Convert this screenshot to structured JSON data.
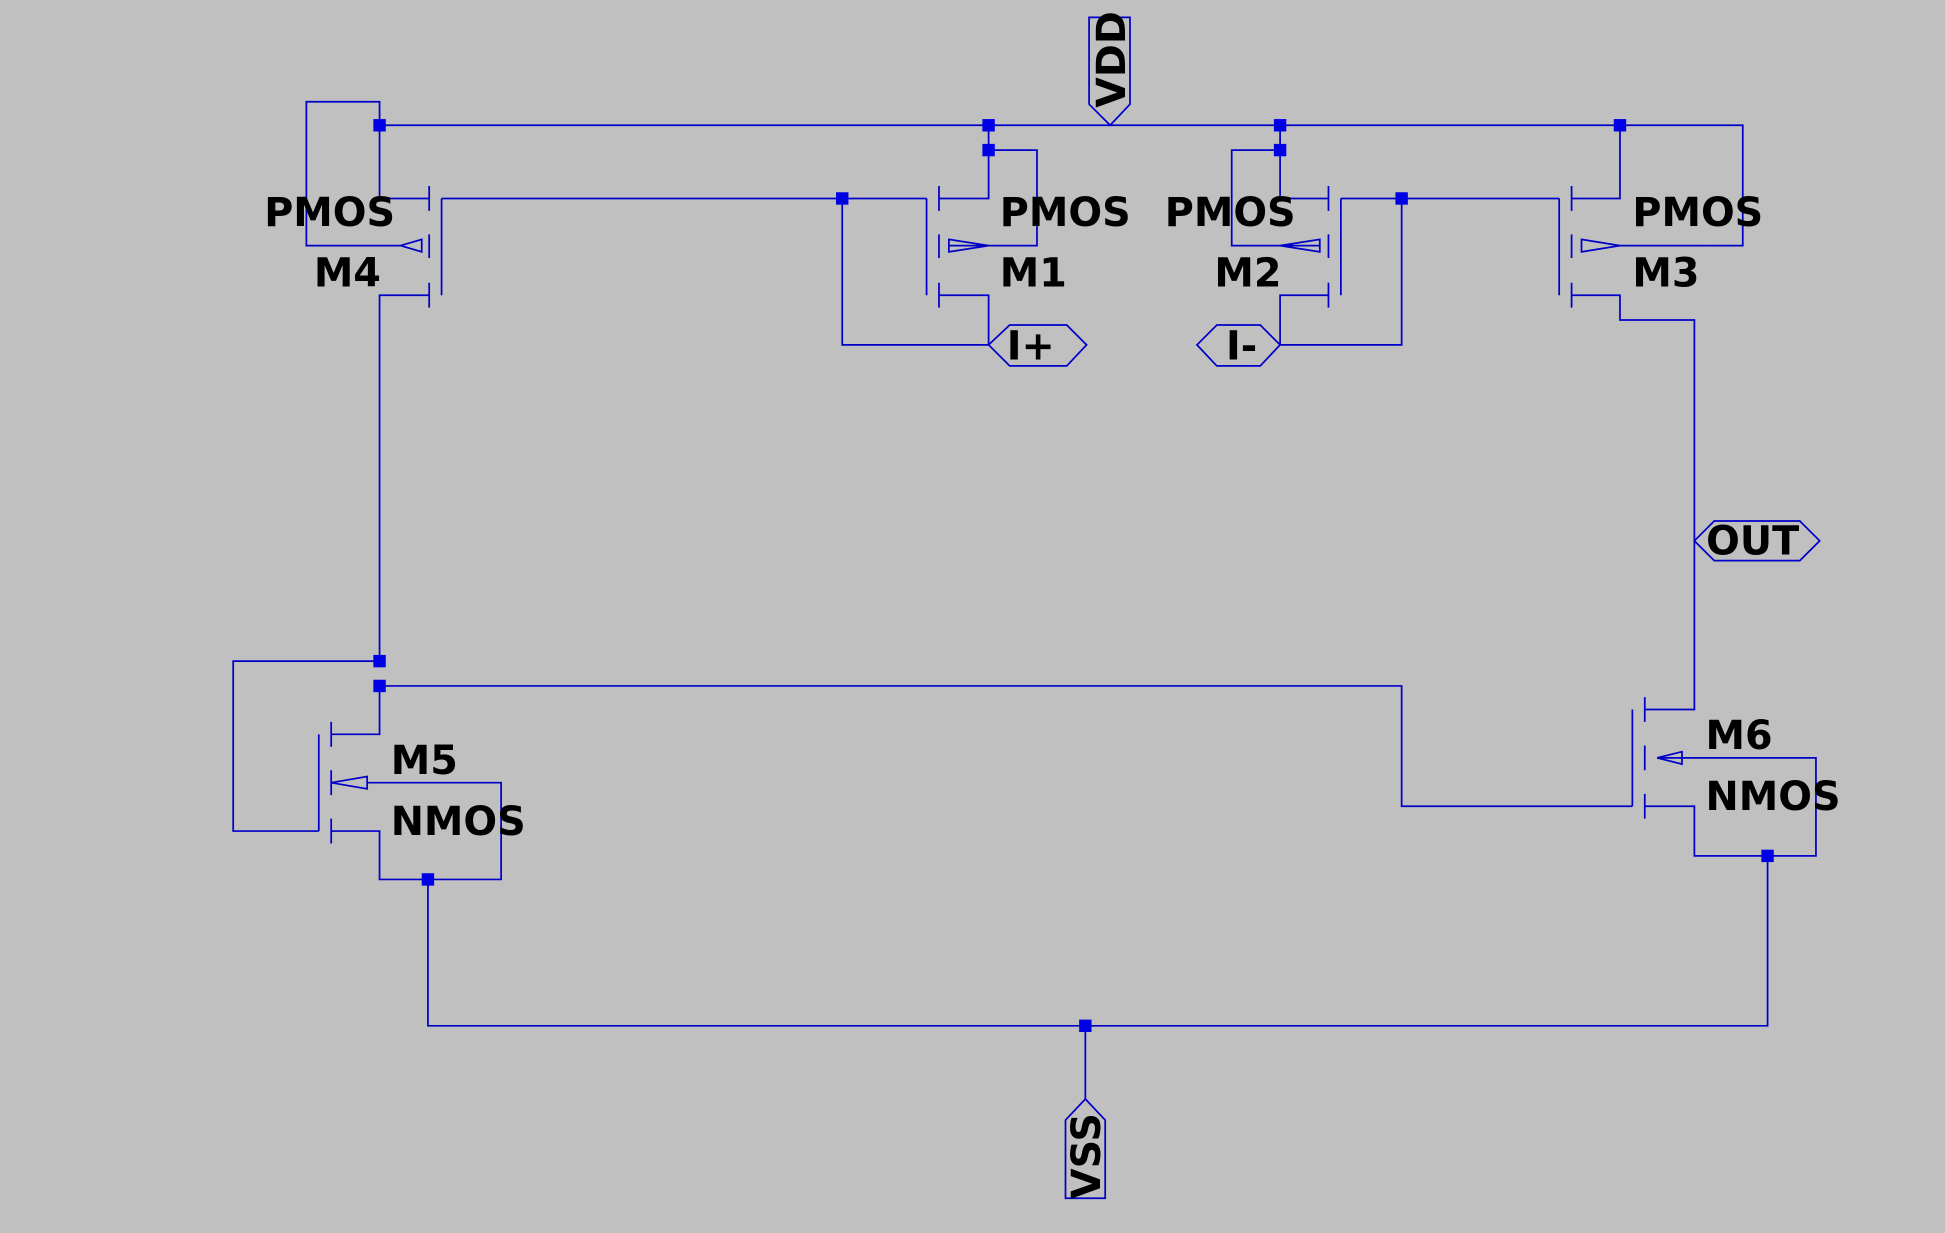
{
  "nets": {
    "vdd": "VDD",
    "vss": "VSS",
    "in_plus": "I+",
    "in_minus": "I-",
    "out": "OUT"
  },
  "devices": {
    "m1": {
      "name": "M1",
      "model": "PMOS"
    },
    "m2": {
      "name": "M2",
      "model": "PMOS"
    },
    "m3": {
      "name": "M3",
      "model": "PMOS"
    },
    "m4": {
      "name": "M4",
      "model": "PMOS"
    },
    "m5": {
      "name": "M5",
      "model": "NMOS"
    },
    "m6": {
      "name": "M6",
      "model": "NMOS"
    }
  },
  "colors": {
    "background": "#c0c0c0",
    "wire": "#0000c8",
    "junction": "#0000e6",
    "text": "#000000"
  }
}
